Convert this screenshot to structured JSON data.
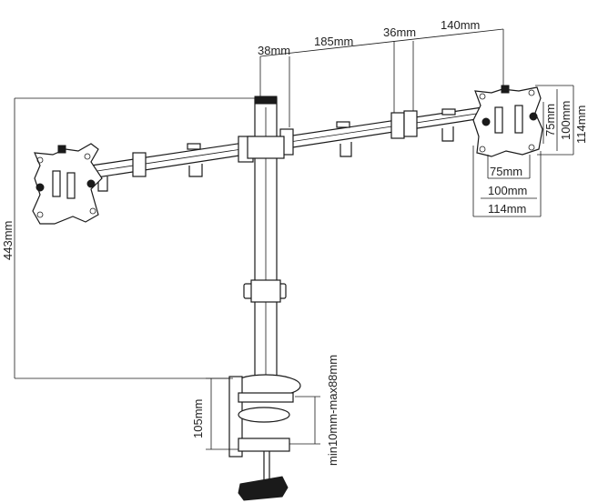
{
  "dimensions": {
    "bar_offset": "38mm",
    "center_span": "185mm",
    "joint_offset": "36mm",
    "end_span": "140mm",
    "pole_height": "443mm",
    "clamp_height": "105mm",
    "desk_thickness": "min10mm-max88mm",
    "vesa_75_h": "75mm",
    "vesa_100_h": "100mm",
    "vesa_114_h": "114mm",
    "vesa_75_v": "75mm",
    "vesa_100_v": "100mm",
    "vesa_114_v": "114mm"
  },
  "colors": {
    "line": "#1a1a1a",
    "background": "#ffffff"
  }
}
